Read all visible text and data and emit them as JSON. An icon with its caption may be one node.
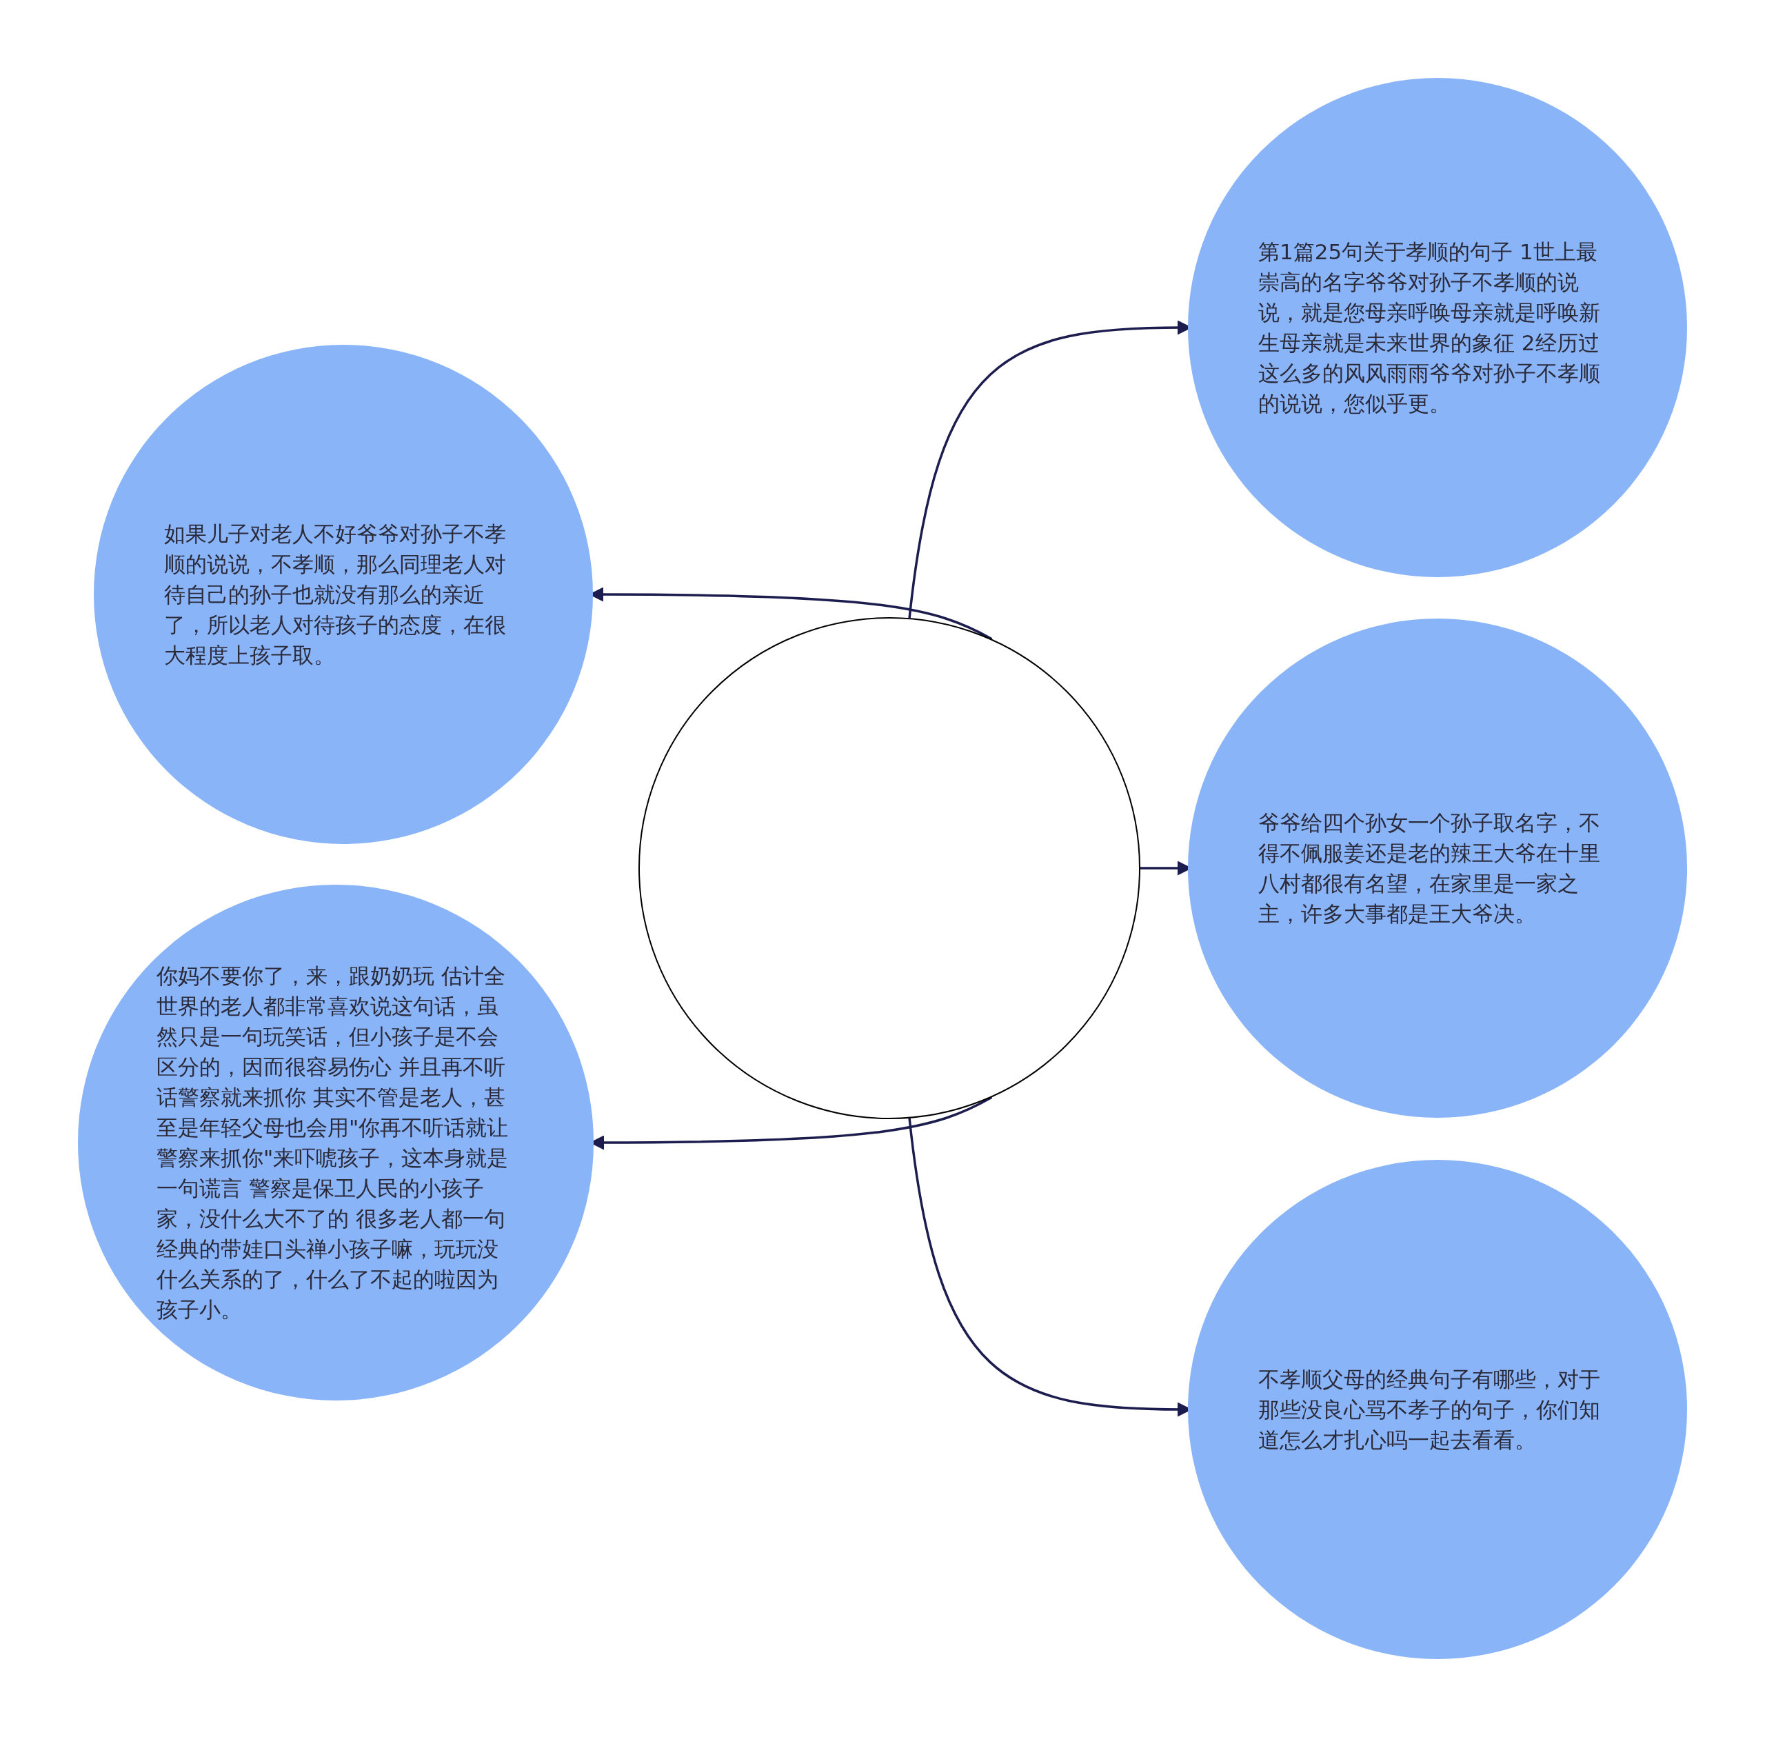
{
  "diagram": {
    "nodes": [
      {
        "text": [],
        "shape": "circle"
      },
      {
        "text": [
          "第1篇25句关于孝顺的句子 1世上最崇高的名字爷爷对孙子不孝顺的说说，就是您母亲呼唤母亲就是呼唤新生母亲就是未来世界的象征 2经历过这么多的风风雨雨爷爷对孙子不孝顺的说说，您似乎更。"
        ]
      },
      {
        "text": [
          "如果儿子对老人不好爷爷对孙子不孝顺的说说，不孝顺，那么同理老人对待自己的孙子也就没有那么的亲近了，所以老人对待孩子的态度，在很大程度上孩子取。"
        ]
      },
      {
        "text": [
          "爷爷给四个孙女一个孙子取名字，不得不佩服姜还是老的辣王大爷在十里八村都很有名望，在家里是一家之主，许多大事都是王大爷决。"
        ]
      },
      {
        "text": [
          "你妈不要你了，来，跟奶奶玩 估计全世界的老人都非常喜欢说这句话，虽然只是一句玩笑话，但小孩子是不会区分的，因而很容易伤心 并且再不听话警察就来抓你 其实不管是老人，甚至是年轻父母也会用\"你再不听话就让警察来抓你\"来吓唬孩子，这本身就是一句谎言 警察是保卫人民的小孩子家，没什么大不了的 很多老人都一句经典的带娃口头禅小孩子嘛，玩玩没什么关系的了，什么了不起的啦因为孩子小。"
        ]
      },
      {
        "text": [
          "不孝顺父母的经典句子有哪些，对于那些没良心骂不孝子的句子，你们知道怎么才扎心吗一起去看看。"
        ]
      }
    ],
    "edges": [
      {
        "from": 0,
        "to": 1,
        "arrow": "to"
      },
      {
        "from": 0,
        "to": 2,
        "arrow": "to"
      },
      {
        "from": 0,
        "to": 3,
        "arrow": "to"
      },
      {
        "from": 0,
        "to": 4,
        "arrow": "to"
      },
      {
        "from": 0,
        "to": 5,
        "arrow": "to"
      }
    ]
  }
}
